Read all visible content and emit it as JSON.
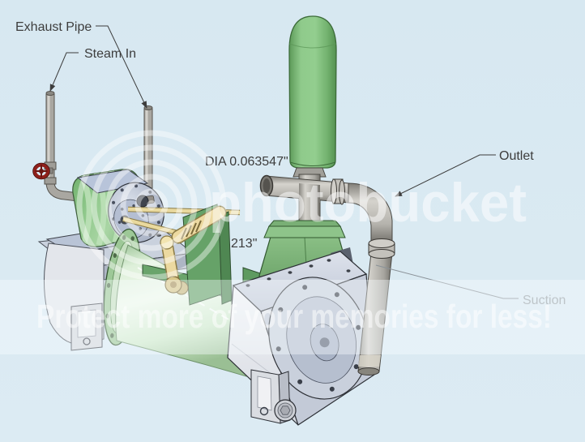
{
  "annotations": {
    "exhaust_pipe": {
      "label": "Exhaust Pipe"
    },
    "steam_in": {
      "label": "Steam In"
    },
    "outlet": {
      "label": "Outlet"
    },
    "suction": {
      "label": "Suction"
    },
    "dia": {
      "label": "DIA 0.063547\""
    },
    "dim213": {
      "label": "213\""
    }
  },
  "watermark": {
    "brand": "photobucket",
    "banner": "Protect more of your memories for less!"
  },
  "colors": {
    "background": "#d9e9f2",
    "dome_green": "#8cc88a",
    "barrel_green": "#cfe9ca",
    "dark_green": "#66a268",
    "pipe_gray": "#aeaca6",
    "cream_linkage": "#ecd9a0",
    "valve_red": "#8f201b",
    "label_text": "#3d3d3d",
    "suction_text": "#98a0a6"
  }
}
